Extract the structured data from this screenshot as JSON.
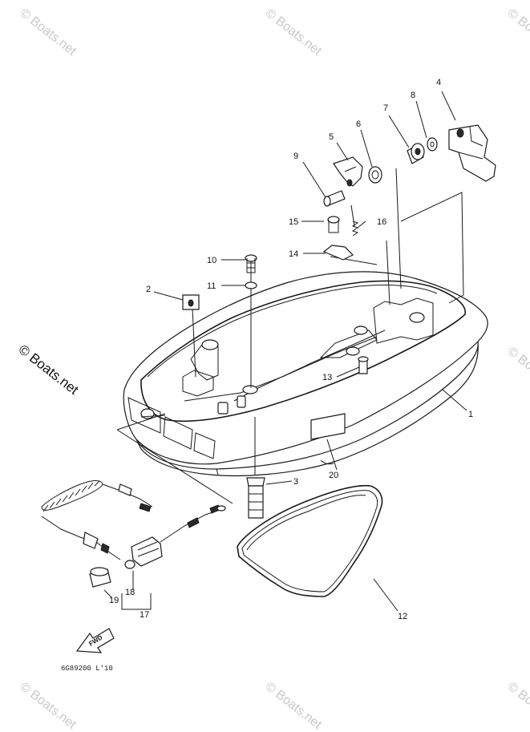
{
  "watermark": "© Boats.net",
  "brand_label": "© Boats.net",
  "fwd_label": "FWD",
  "drawing_code": "6G89200 L'10",
  "parts": [
    {
      "num": "1"
    },
    {
      "num": "2"
    },
    {
      "num": "3"
    },
    {
      "num": "4"
    },
    {
      "num": "5"
    },
    {
      "num": "6"
    },
    {
      "num": "7"
    },
    {
      "num": "8"
    },
    {
      "num": "9"
    },
    {
      "num": "10"
    },
    {
      "num": "11"
    },
    {
      "num": "12"
    },
    {
      "num": "13"
    },
    {
      "num": "14"
    },
    {
      "num": "15"
    },
    {
      "num": "16"
    },
    {
      "num": "17"
    },
    {
      "num": "18"
    },
    {
      "num": "19"
    },
    {
      "num": "20"
    }
  ]
}
